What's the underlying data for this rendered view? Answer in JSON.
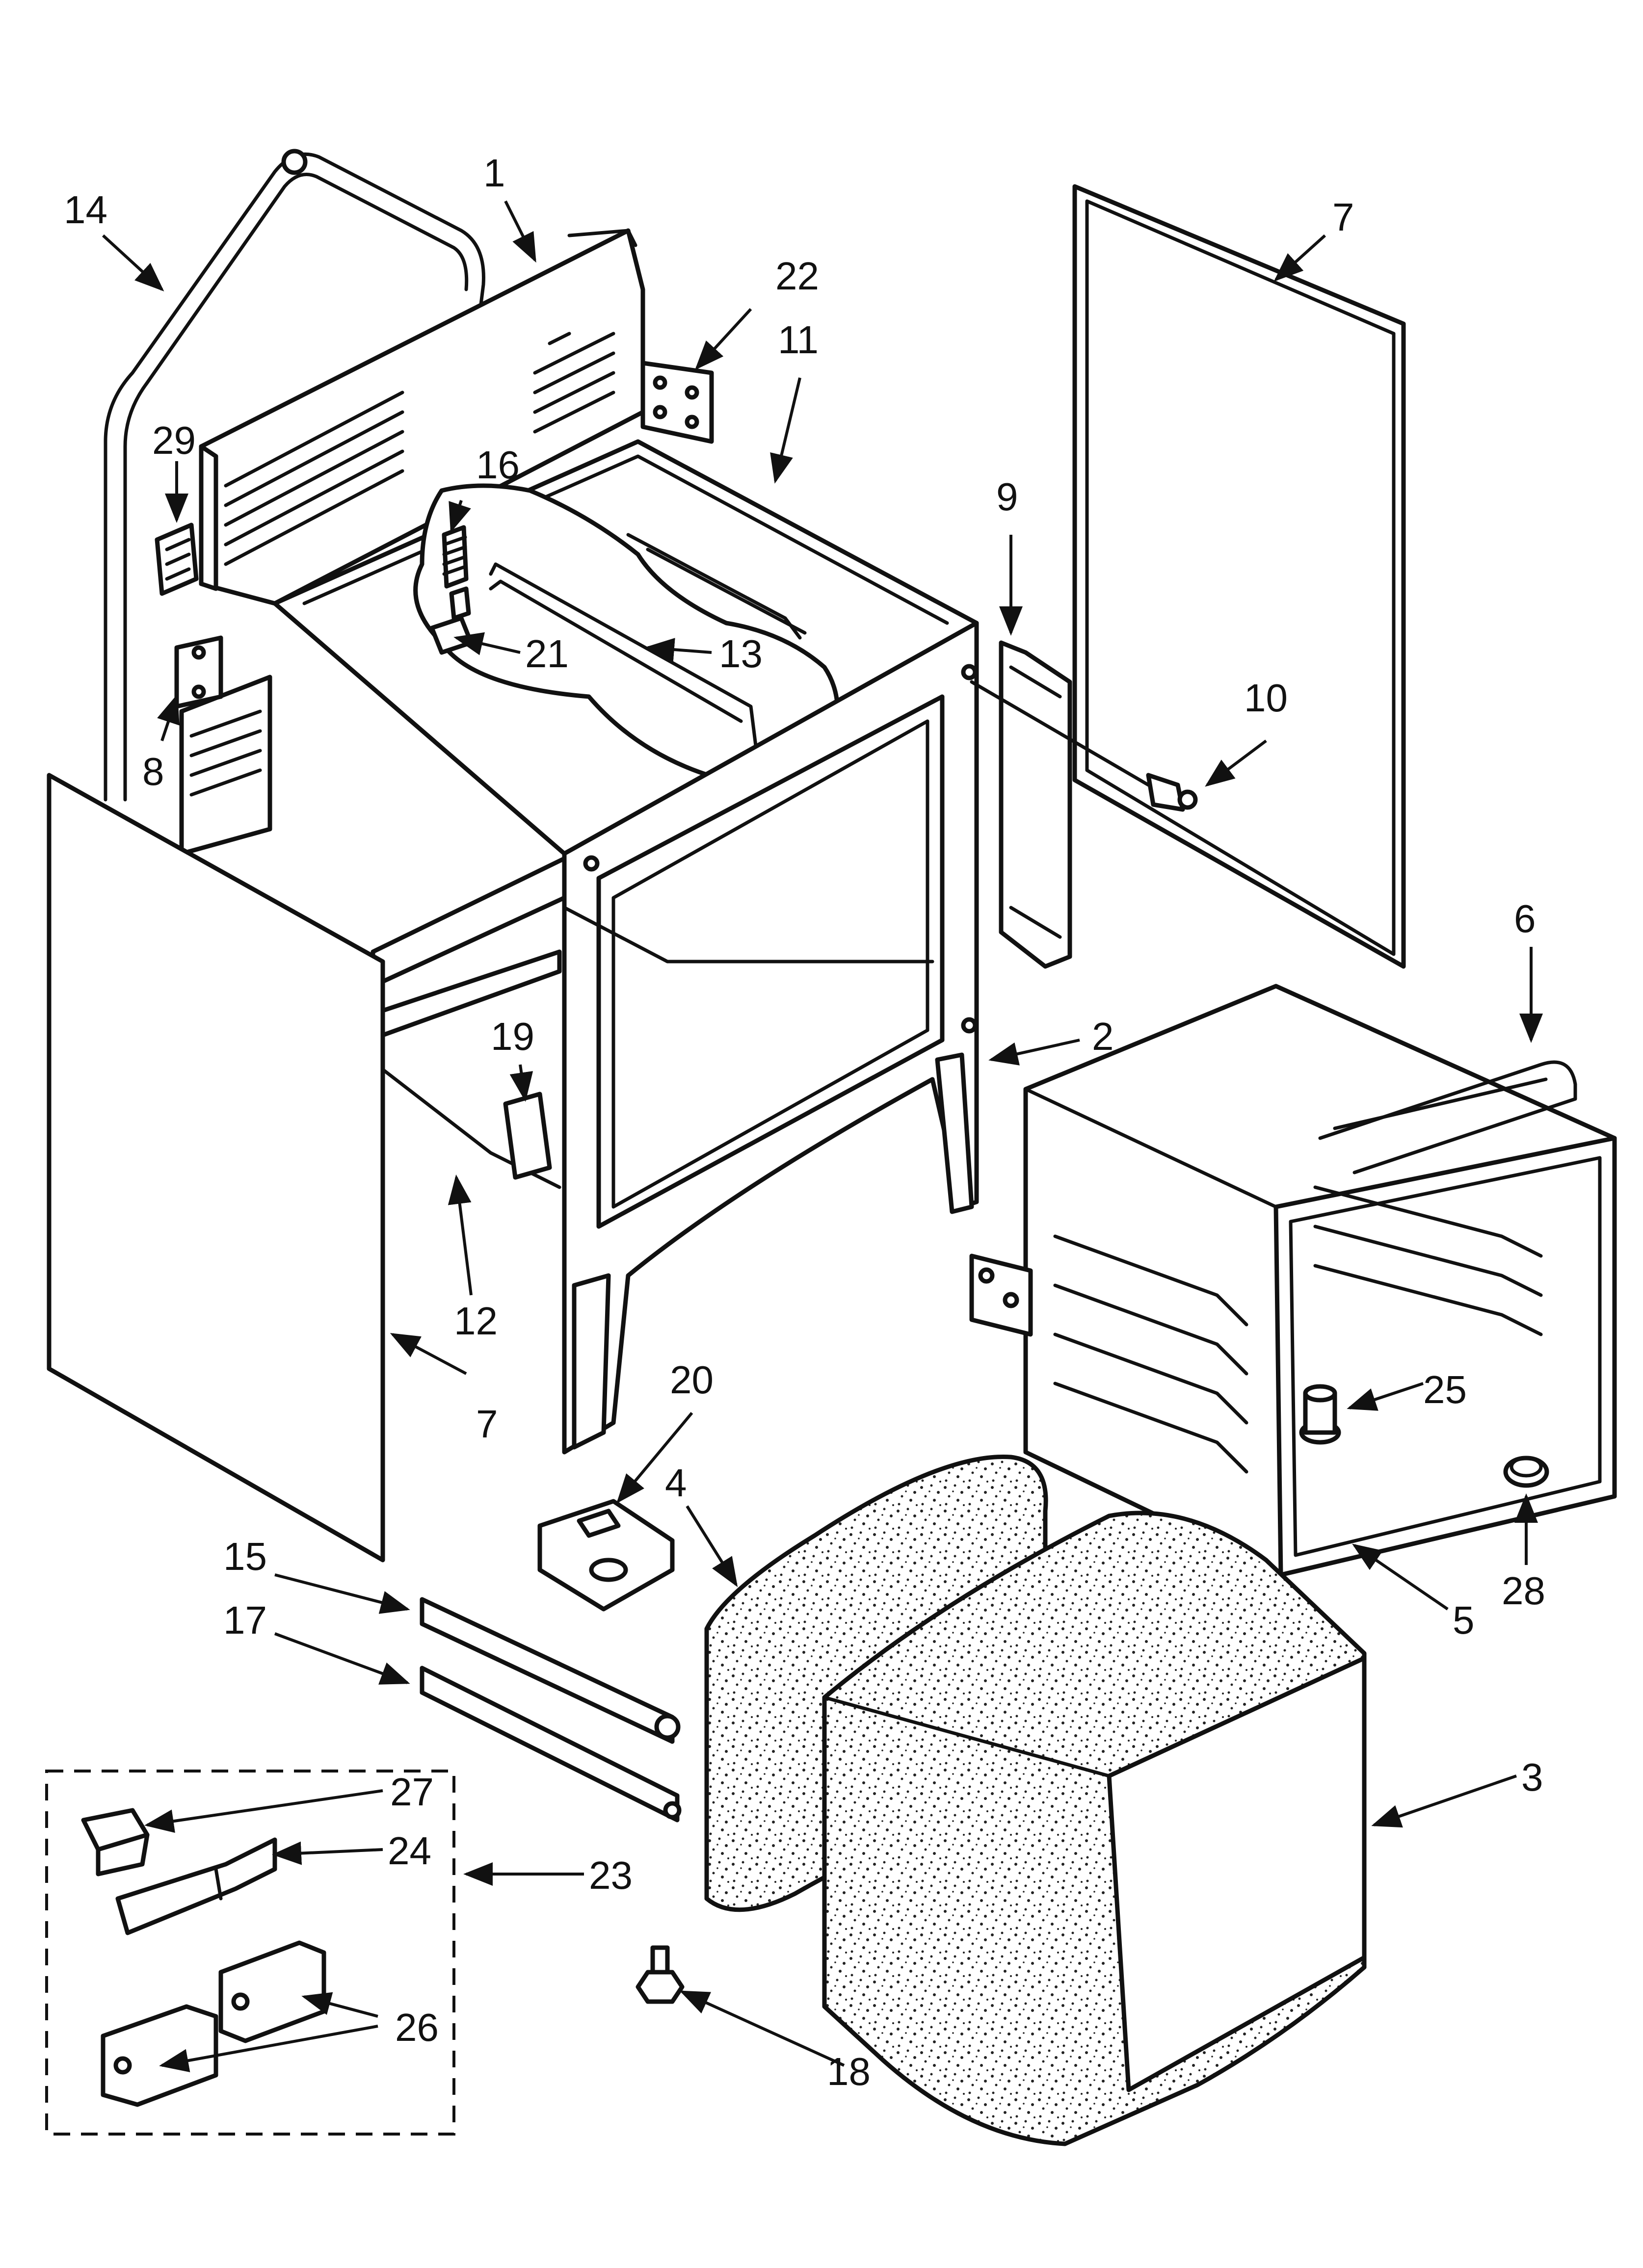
{
  "diagram": {
    "type": "exploded-parts-view",
    "callouts": [
      {
        "id": "c1",
        "label": "1"
      },
      {
        "id": "c2",
        "label": "2"
      },
      {
        "id": "c3",
        "label": "3"
      },
      {
        "id": "c4",
        "label": "4"
      },
      {
        "id": "c5",
        "label": "5"
      },
      {
        "id": "c6",
        "label": "6"
      },
      {
        "id": "c7a",
        "label": "7"
      },
      {
        "id": "c7b",
        "label": "7"
      },
      {
        "id": "c8",
        "label": "8"
      },
      {
        "id": "c9",
        "label": "9"
      },
      {
        "id": "c10",
        "label": "10"
      },
      {
        "id": "c11",
        "label": "11"
      },
      {
        "id": "c12",
        "label": "12"
      },
      {
        "id": "c13",
        "label": "13"
      },
      {
        "id": "c14",
        "label": "14"
      },
      {
        "id": "c15",
        "label": "15"
      },
      {
        "id": "c16",
        "label": "16"
      },
      {
        "id": "c17",
        "label": "17"
      },
      {
        "id": "c18",
        "label": "18"
      },
      {
        "id": "c19",
        "label": "19"
      },
      {
        "id": "c20",
        "label": "20"
      },
      {
        "id": "c21",
        "label": "21"
      },
      {
        "id": "c22",
        "label": "22"
      },
      {
        "id": "c23",
        "label": "23"
      },
      {
        "id": "c24",
        "label": "24"
      },
      {
        "id": "c25",
        "label": "25"
      },
      {
        "id": "c26",
        "label": "26"
      },
      {
        "id": "c27",
        "label": "27"
      },
      {
        "id": "c28",
        "label": "28"
      },
      {
        "id": "c29",
        "label": "29"
      }
    ]
  }
}
